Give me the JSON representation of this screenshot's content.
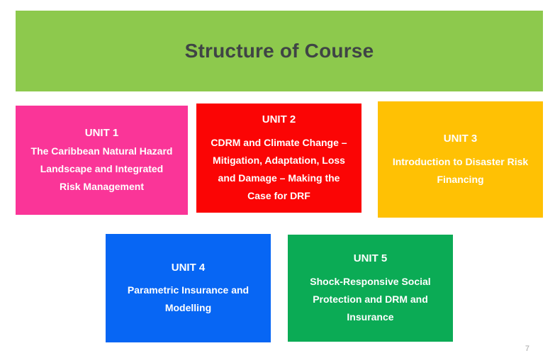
{
  "title": "Structure of Course",
  "page_number": "7",
  "colors": {
    "header_bg": "#8DC94D",
    "header_text": "#3F4445",
    "unit_text": "#FFFFFF",
    "page_number": "#A6A6A6"
  },
  "units": [
    {
      "label": "UNIT 1",
      "description": "The Caribbean Natural Hazard Landscape and Integrated Risk Management",
      "color": "#FA3598"
    },
    {
      "label": "UNIT 2",
      "description": "CDRM and Climate Change – Mitigation, Adaptation, Loss and Damage – Making the Case for DRF",
      "color": "#FB0505"
    },
    {
      "label": "UNIT 3",
      "description": "Introduction to Disaster Risk Financing",
      "color": "#FFC104"
    },
    {
      "label": "UNIT 4",
      "description": "Parametric Insurance and Modelling",
      "color": "#0766F4"
    },
    {
      "label": "UNIT 5",
      "description": "Shock-Responsive Social Protection and DRM and Insurance",
      "color": "#0BAB55"
    }
  ]
}
